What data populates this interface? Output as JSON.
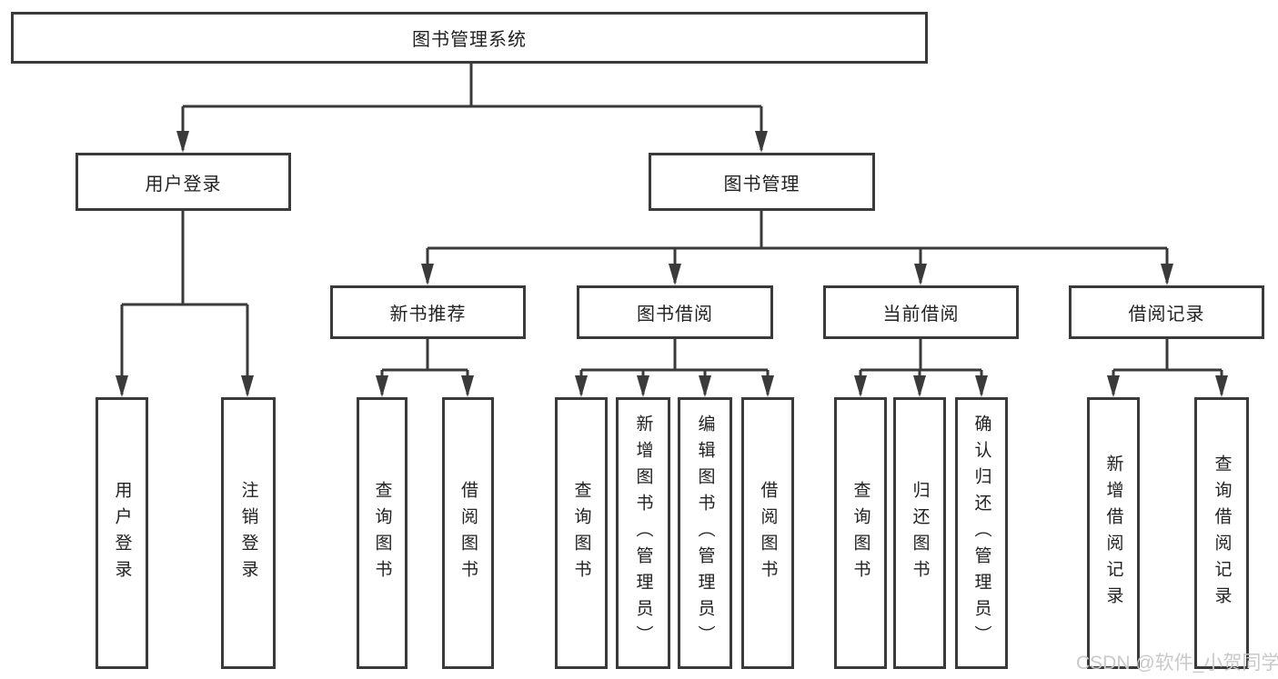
{
  "tree": {
    "root": {
      "label": "图书管理系统"
    },
    "children": [
      {
        "label": "用户登录",
        "children": [
          {
            "label": "用户登录"
          },
          {
            "label": "注销登录"
          }
        ]
      },
      {
        "label": "图书管理",
        "children": [
          {
            "label": "新书推荐",
            "children": [
              {
                "label": "查询图书"
              },
              {
                "label": "借阅图书"
              }
            ]
          },
          {
            "label": "图书借阅",
            "children": [
              {
                "label": "查询图书"
              },
              {
                "label": "新增图书（管理员）"
              },
              {
                "label": "编辑图书（管理员）"
              },
              {
                "label": "借阅图书"
              }
            ]
          },
          {
            "label": "当前借阅",
            "children": [
              {
                "label": "查询图书"
              },
              {
                "label": "归还图书"
              },
              {
                "label": "确认归还（管理员）"
              }
            ]
          },
          {
            "label": "借阅记录",
            "children": [
              {
                "label": "新增借阅记录"
              },
              {
                "label": "查询借阅记录"
              }
            ]
          }
        ]
      }
    ]
  },
  "watermark": {
    "text": "CSDN @软件_小贺同学"
  },
  "colors": {
    "line": "#3a3a3a",
    "text": "#222222",
    "background": "#ffffff",
    "watermark": "#c9c9c9"
  }
}
